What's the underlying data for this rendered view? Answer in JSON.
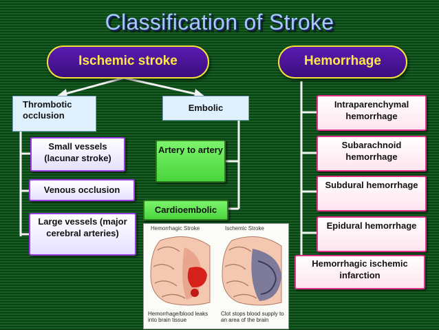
{
  "title": "Classification of Stroke",
  "ischemic": {
    "label": "Ischemic stroke",
    "thrombotic": {
      "label": "Thrombotic occlusion",
      "items": [
        "Small vessels (lacunar stroke)",
        "Venous occlusion",
        "Large vessels (major cerebral arteries)"
      ]
    },
    "embolic": {
      "label": "Embolic",
      "items": [
        "Artery to artery",
        "Cardioembolic"
      ]
    }
  },
  "hemorrhage": {
    "label": "Hemorrhage",
    "items": [
      "Intraparenchymal hemorrhage",
      "Subarachnoid hemorrhage",
      "Subdural hemorrhage",
      "Epidural hemorrhage",
      "Hemorrhagic ischemic infarction"
    ]
  },
  "illustration": {
    "left_title": "Hemorrhagic Stroke",
    "right_title": "Ischemic Stroke",
    "left_caption": "Hemorrhage/blood leaks into brain tissue",
    "right_caption": "Clot stops blood supply to an area of the brain"
  }
}
